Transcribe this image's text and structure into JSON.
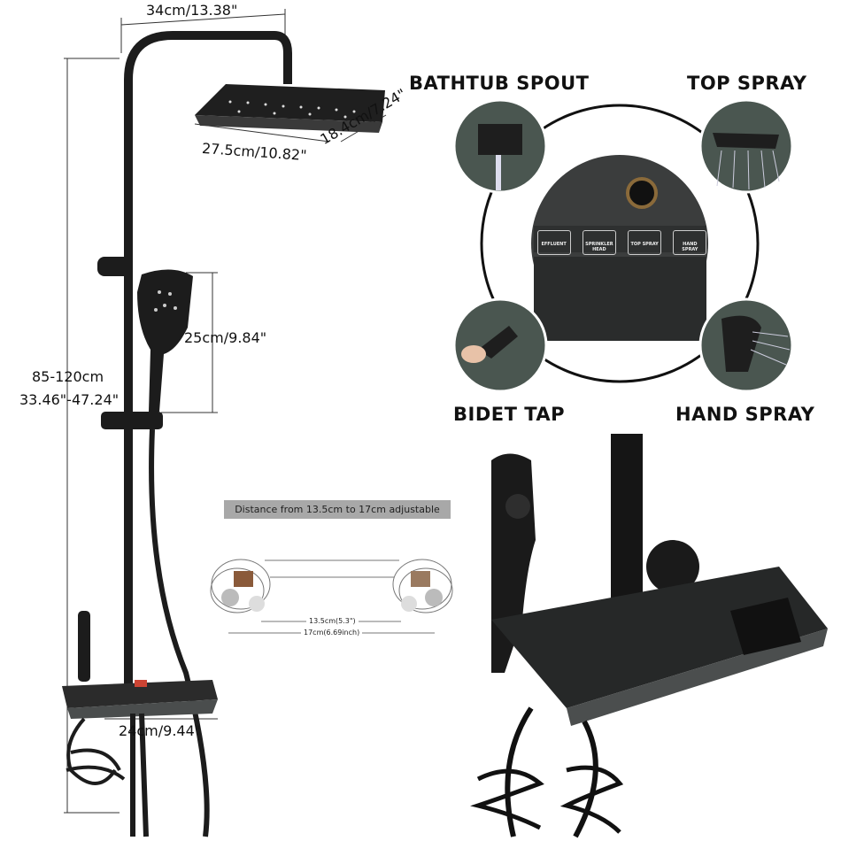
{
  "dimensions": {
    "arm_length": "34cm/13.38\"",
    "head_width": "27.5cm/10.82\"",
    "head_depth": "18.4cm/7.24\"",
    "handheld_length": "25cm/9.84\"",
    "height_range_cm": "85-120cm",
    "height_range_in": "33.46\"-47.24\"",
    "shelf_width": "24cm/9.44\""
  },
  "features": {
    "bathtub_spout": "BATHTUB SPOUT",
    "top_spray": "TOP SPRAY",
    "bidet_tap": "BIDET TAP",
    "hand_spray": "HAND SPRAY"
  },
  "panel_buttons": [
    "EFFLUENT",
    "SPRINKLER HEAD",
    "TOP SPRAY",
    "HAND SPRAY"
  ],
  "connector": {
    "banner": "Distance from 13.5cm to 17cm adjustable",
    "min_distance": "13.5cm(5.3\")",
    "max_distance": "17cm(6.69inch)"
  },
  "colors": {
    "product": "#1c1c1c",
    "panel": "#3a3d3d",
    "banner": "#a8a8a8"
  }
}
